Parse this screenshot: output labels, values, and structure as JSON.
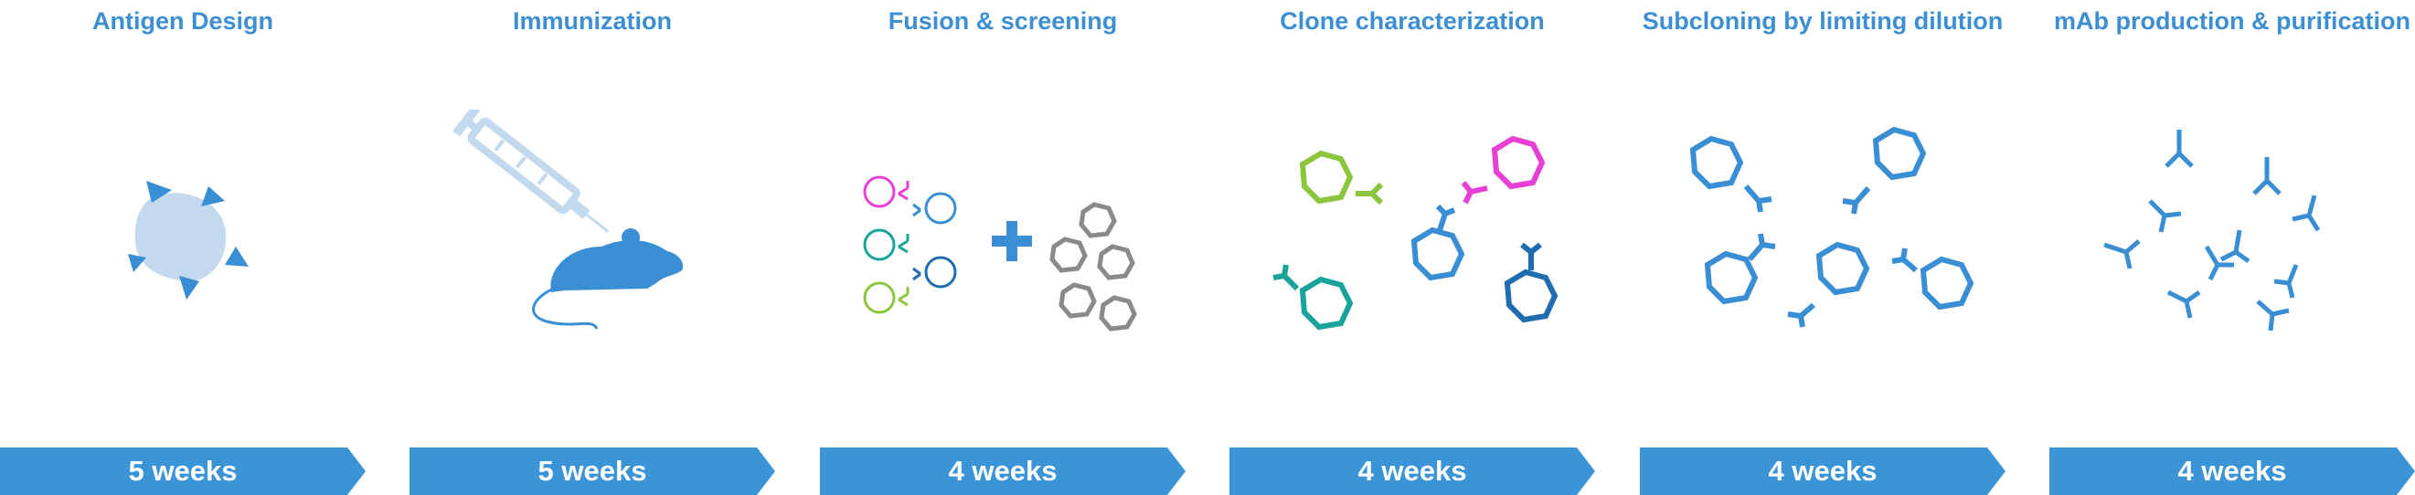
{
  "steps": [
    {
      "title": "Antigen Design",
      "duration": "5 weeks",
      "icon": "antigen-icon"
    },
    {
      "title": "Immunization",
      "duration": "5 weeks",
      "icon": "syringe-mouse-icon"
    },
    {
      "title": "Fusion & screening",
      "duration": "4 weeks",
      "icon": "cells-fusion-icon"
    },
    {
      "title": "Clone characterization",
      "duration": "4 weeks",
      "icon": "clone-cells-icon"
    },
    {
      "title": "Subcloning by limiting dilution",
      "duration": "4 weeks",
      "icon": "subclone-cells-icon"
    },
    {
      "title": "mAb production & purification",
      "duration": "4 weeks",
      "icon": "antibodies-icon"
    }
  ],
  "colors": {
    "title": "#3d8fd1",
    "arrow": "#3a94d6",
    "primary": "#3a8fd4",
    "light": "#c3d9ee",
    "magenta": "#e63fd4",
    "green": "#8cc63f",
    "teal": "#1aa39a",
    "dark_blue": "#1f6db0",
    "gray": "#8a8a8a"
  }
}
